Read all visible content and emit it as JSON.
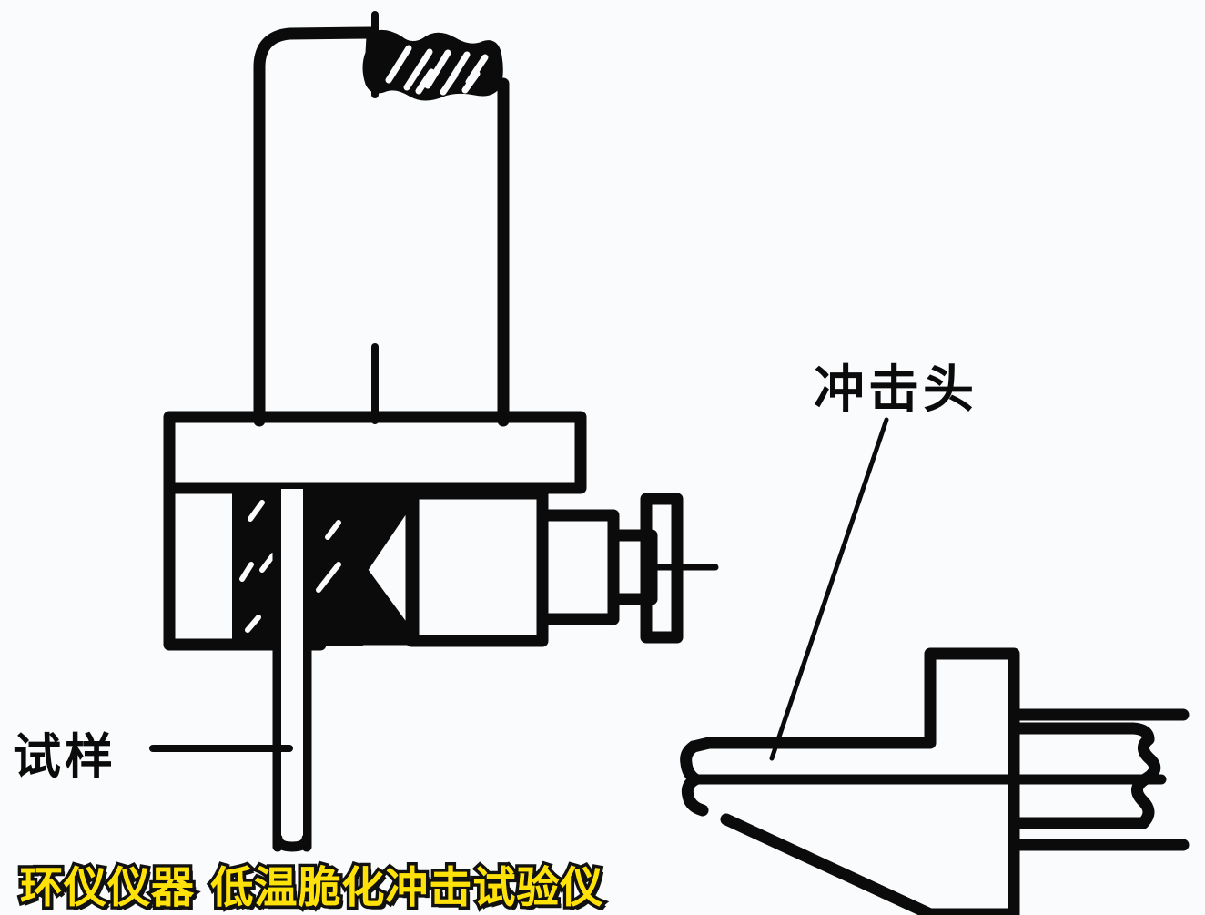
{
  "meta": {
    "kind": "technical-line-drawing",
    "subject": "low-temperature brittleness impact tester clamp and impact head",
    "background_color": "#fafbfc",
    "line_color": "#0b0b0b"
  },
  "labels": {
    "specimen": "试样",
    "impact_head": "冲击头"
  },
  "watermark": {
    "text": "环仪仪器 低温脆化冲击试验仪",
    "fill_color": "#FFE10A",
    "stroke_color": "#111111"
  },
  "figures": {
    "left": {
      "name": "specimen-clamp-assembly",
      "parts": [
        "vertical-column",
        "break-hatch-region",
        "upper-clamp-block",
        "lower-clamp-block",
        "hatched-jaw",
        "specimen-strip",
        "cone-point-wedge",
        "threaded-shaft",
        "clamp-knob",
        "center-line"
      ]
    },
    "right": {
      "name": "impact-head-assembly",
      "parts": [
        "chisel-tip",
        "stepped-body",
        "vertical-flange",
        "shaft",
        "break-line",
        "center-line",
        "leader-line"
      ]
    }
  }
}
